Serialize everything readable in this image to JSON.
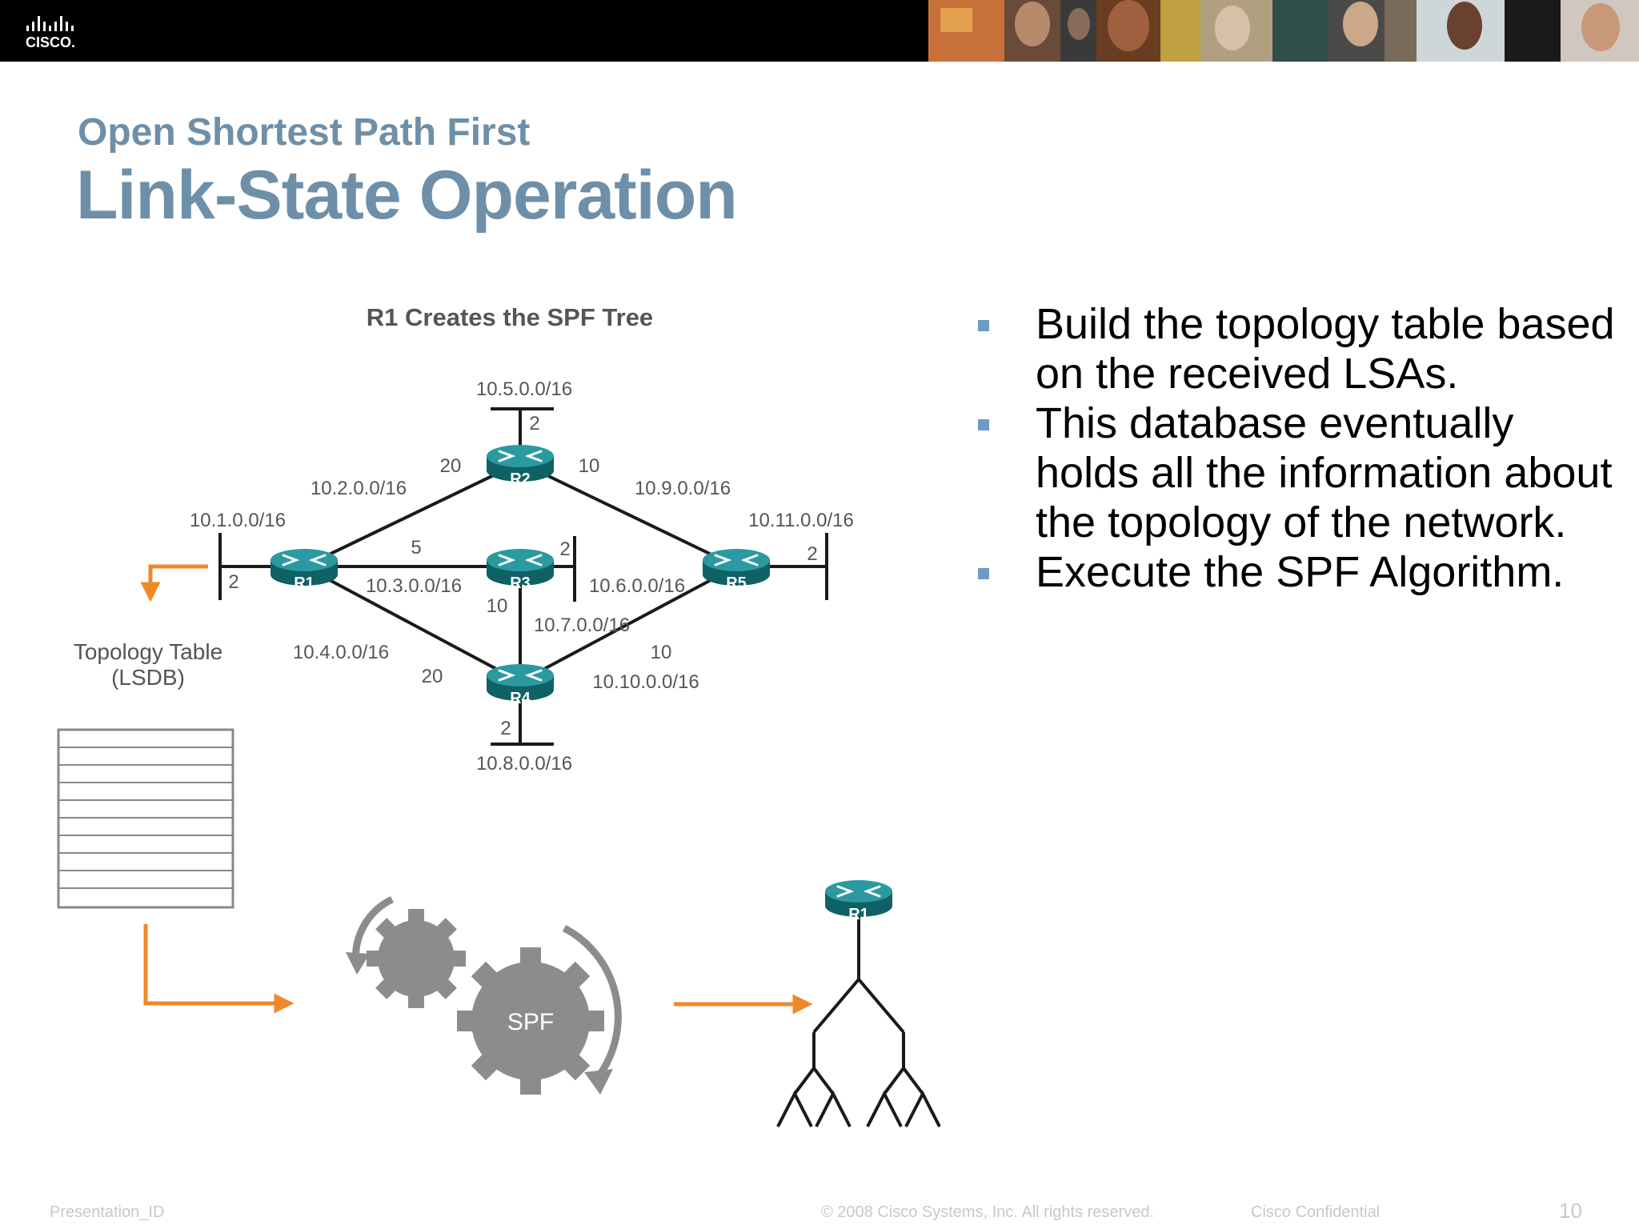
{
  "header": {
    "logo_text": "CISCO.",
    "brand_color": "#000000"
  },
  "slide": {
    "subtitle": "Open Shortest Path First",
    "title": "Link-State Operation",
    "accent": "#6e8fa8"
  },
  "diagram": {
    "title": "R1 Creates the SPF Tree",
    "routers": [
      "R1",
      "R2",
      "R3",
      "R4",
      "R5"
    ],
    "networks": {
      "n1": "10.1.0.0/16",
      "n2": "10.2.0.0/16",
      "n3": "10.3.0.0/16",
      "n4": "10.4.0.0/16",
      "n5": "10.5.0.0/16",
      "n6": "10.6.0.0/16",
      "n7": "10.7.0.0/16",
      "n8": "10.8.0.0/16",
      "n9": "10.9.0.0/16",
      "n10": "10.10.0.0/16",
      "n11": "10.11.0.0/16"
    },
    "costs": {
      "r1_stub": "2",
      "r1_r2": "20",
      "r2_r5": "10",
      "r2_stub": "2",
      "r1_r3": "5",
      "r3_stub": "2",
      "r3_r4": "10",
      "r1_r4": "20",
      "r4_r5": "10",
      "r4_stub": "2",
      "r5_stub": "2"
    },
    "topology_label_line1": "Topology Table",
    "topology_label_line2": "(LSDB)",
    "spf_label": "SPF",
    "tree_root": "R1",
    "router_color": "#167a7f",
    "arrow_color": "#f0882a",
    "gear_color": "#8c8c8c"
  },
  "bullets": [
    "Build the topology table based on the received LSAs.",
    "This database eventually holds all the information about the topology of the network.",
    "Execute the SPF Algorithm."
  ],
  "footer": {
    "left": "Presentation_ID",
    "center": "© 2008 Cisco Systems, Inc. All rights reserved.",
    "right": "Cisco Confidential",
    "page": "10"
  }
}
